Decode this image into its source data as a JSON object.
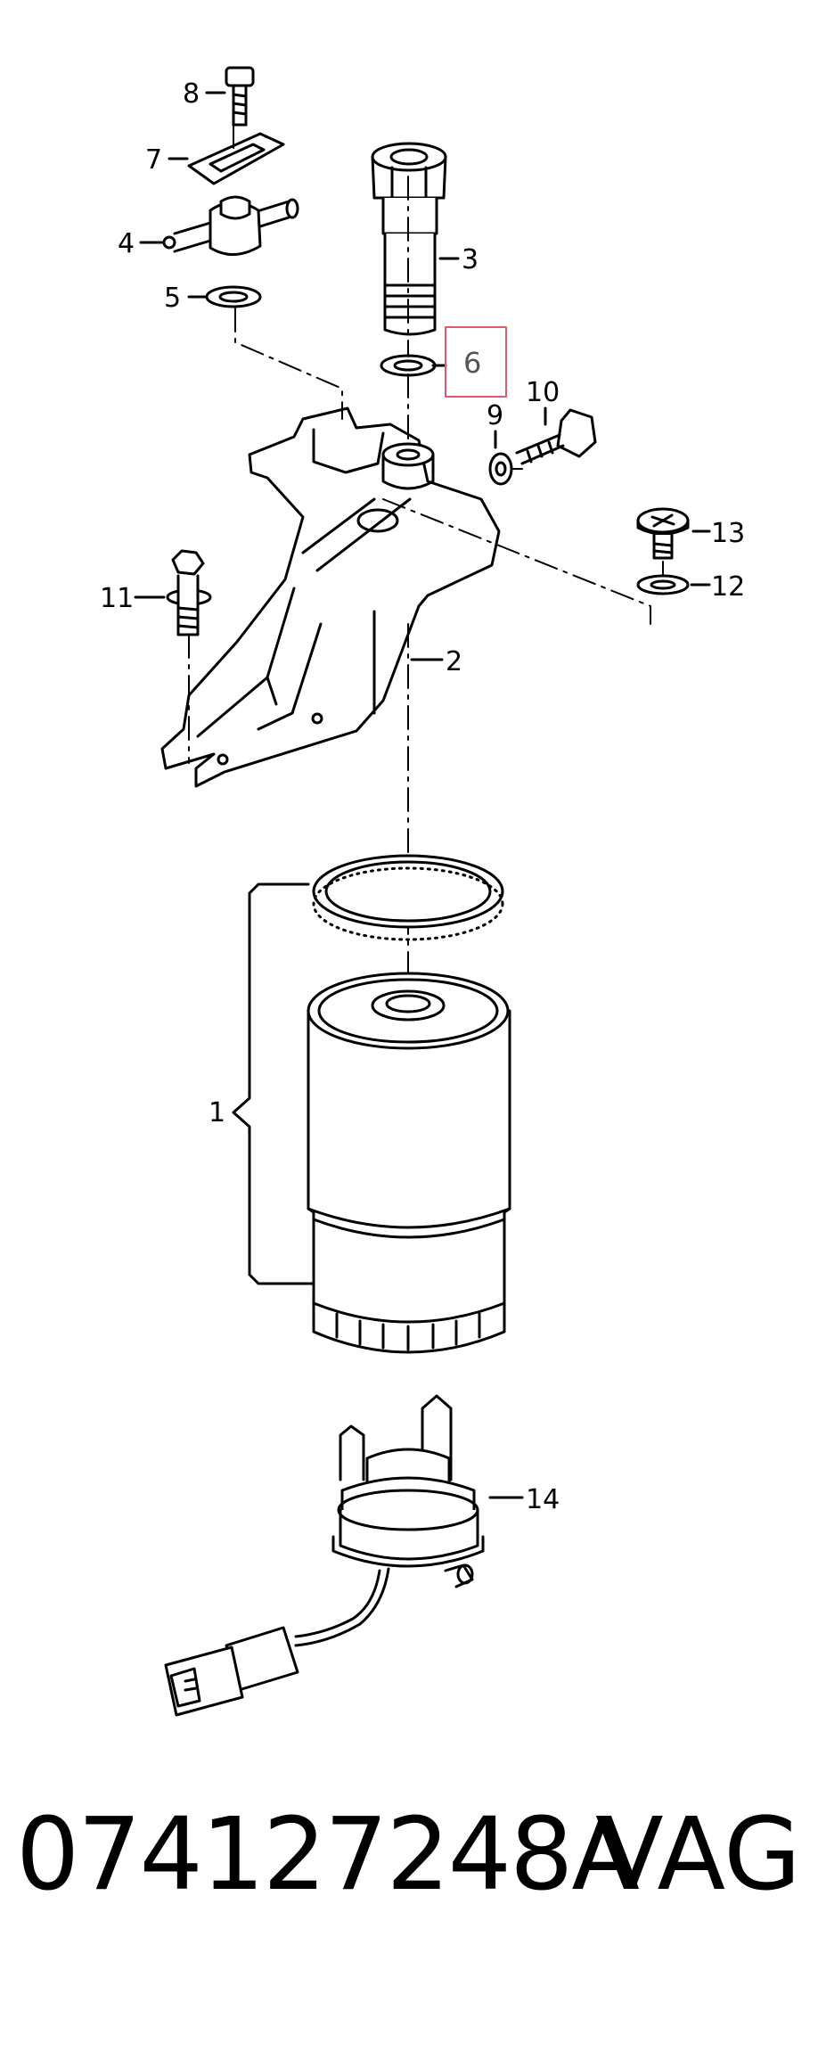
{
  "diagram": {
    "callouts": {
      "c1": "1",
      "c2": "2",
      "c3": "3",
      "c4": "4",
      "c5": "5",
      "c6": "6",
      "c7": "7",
      "c8": "8",
      "c9": "9",
      "c10": "10",
      "c11": "11",
      "c12": "12",
      "c13": "13",
      "c14": "14"
    },
    "highlight_color": "#e05a6a"
  },
  "footer": {
    "part_number": "074127248A",
    "brand": "VAG"
  }
}
